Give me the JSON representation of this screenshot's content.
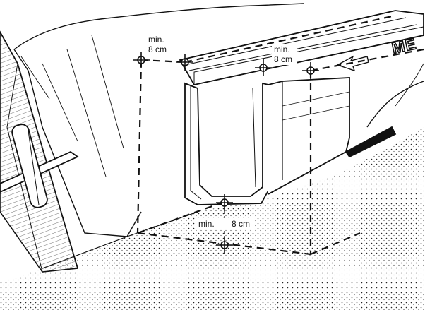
{
  "diagram": {
    "labels": {
      "top_left_line1": "min.",
      "top_left_line2": "8 cm",
      "top_right_line1": "min.",
      "top_right_line2": "8 cm",
      "bottom_line1": "min.",
      "bottom_line2": "8 cm"
    },
    "brand_text": "ME",
    "colors": {
      "ink": "#111111",
      "paper": "#ffffff"
    }
  }
}
